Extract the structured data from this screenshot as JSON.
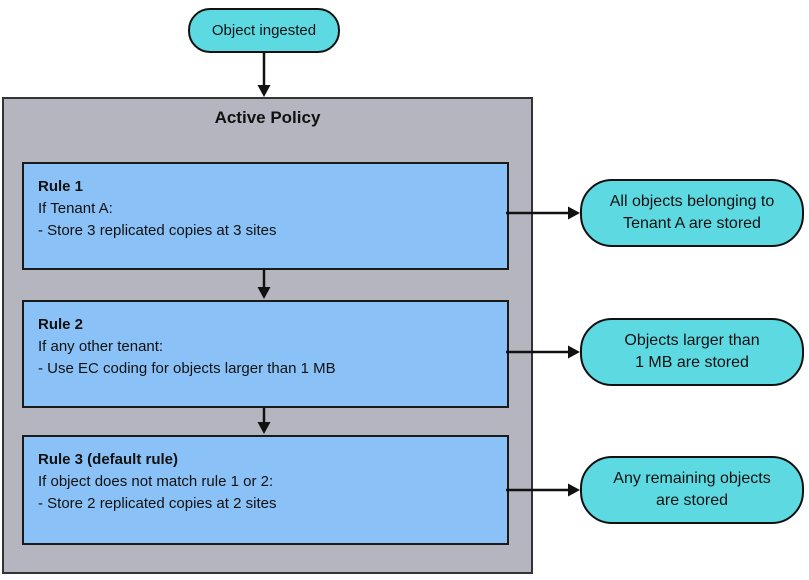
{
  "diagram": {
    "start_node": {
      "label": "Object ingested"
    },
    "policy_box": {
      "title": "Active Policy"
    },
    "rules": [
      {
        "title": "Rule 1",
        "condition": "If Tenant A:",
        "action": "- Store 3 replicated copies at 3 sites",
        "result_lines": [
          "All objects belonging to",
          "Tenant A are stored"
        ]
      },
      {
        "title": "Rule 2",
        "condition": "If any other tenant:",
        "action": "- Use EC coding for objects larger than 1 MB",
        "result_lines": [
          "Objects larger than",
          "1 MB are stored"
        ]
      },
      {
        "title": "Rule 3 (default rule)",
        "condition": "If object does not match rule 1 or 2:",
        "action": "- Store 2 replicated copies at 2 sites",
        "result_lines": [
          "Any remaining objects",
          "are stored"
        ]
      }
    ],
    "colors": {
      "node_fill": "#5dd9e2",
      "rule_fill": "#8ac2f7",
      "policy_fill": "#b4b5bf",
      "line": "#111111"
    }
  }
}
